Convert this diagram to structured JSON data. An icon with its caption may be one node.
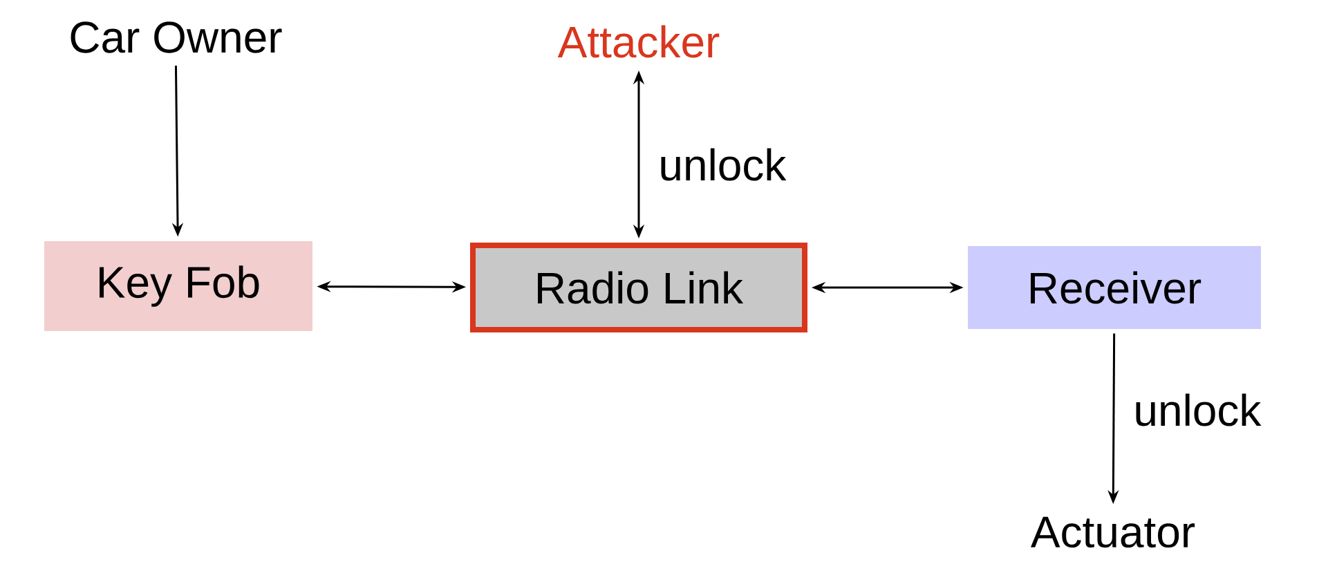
{
  "diagram": {
    "nodes": [
      {
        "text": [
          "Car Owner"
        ]
      },
      {
        "text": [
          "Attacker"
        ]
      },
      {
        "text": [
          "Key Fob"
        ]
      },
      {
        "text": [
          "Radio Link"
        ]
      },
      {
        "text": [
          "Receiver"
        ]
      },
      {
        "text": [
          "Actuator"
        ]
      }
    ],
    "edges": [
      {
        "from": 0,
        "to": 2,
        "arrow": "to"
      },
      {
        "from": 3,
        "to": 1,
        "arrow": "both",
        "label": "unlock"
      },
      {
        "from": 2,
        "to": 3,
        "arrow": "both"
      },
      {
        "from": 3,
        "to": 4,
        "arrow": "both"
      },
      {
        "from": 4,
        "to": 5,
        "arrow": "to",
        "label": "unlock"
      }
    ]
  }
}
